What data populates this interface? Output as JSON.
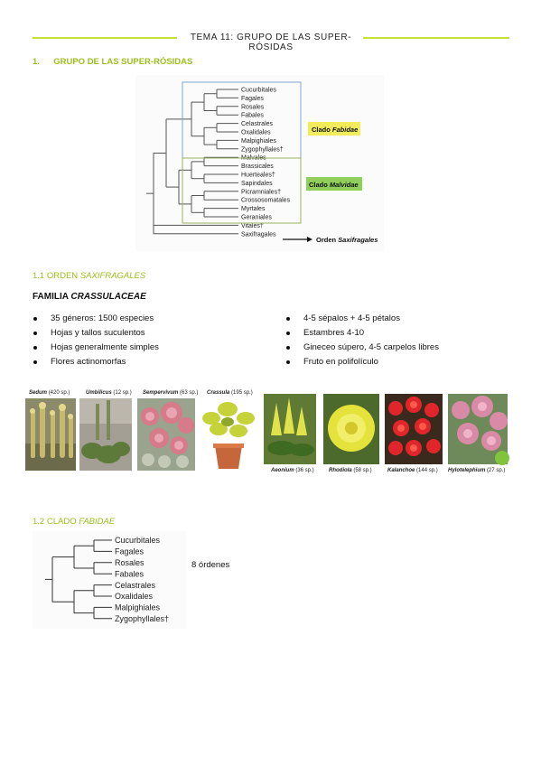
{
  "header": {
    "title": "TEMA 11: GRUPO DE LAS SUPER-RÓSIDAS"
  },
  "section1": {
    "number": "1.",
    "title": "GRUPO DE LAS SUPER-RÓSIDAS"
  },
  "tree1": {
    "taxa": [
      "Cucurbitales",
      "Fagales",
      "Rosales",
      "Fabales",
      "Celastrales",
      "Oxalidales",
      "Malpighiales",
      "Zygophyllales†",
      "Malvales",
      "Brassicales",
      "Huerteales†",
      "Sapindales",
      "Picramniales†",
      "Crossosomatales",
      "Myrtales",
      "Geraniales",
      "Vitales†",
      "Saxifragales"
    ],
    "fabidae_label": {
      "prefix": "Clado ",
      "name": "Fabidae"
    },
    "malvidae_label": {
      "prefix": "Clado ",
      "name": "Malvidae"
    },
    "saxifragales_label": {
      "prefix": "Orden ",
      "name": "Saxifragales"
    },
    "colors": {
      "fabidae_box": "#7fa6d6",
      "malvidae_box": "#9ab35a",
      "fabidae_tag": "#f2ec5c",
      "malvidae_tag": "#8fcf5a"
    }
  },
  "section11": {
    "number": "1.1",
    "title_prefix": "ORDEN ",
    "title_italic": "SAXIFRAGALES"
  },
  "family": {
    "prefix": "FAMILIA ",
    "name": "CRASSULACEAE"
  },
  "bullets_left": [
    "35 géneros: 1500 especies",
    "Hojas y tallos suculentos",
    "Hojas generalmente simples",
    "Flores actinomorfas"
  ],
  "bullets_right": [
    "4-5 sépalos + 4-5 pétalos",
    "Estambres 4-10",
    "Gineceo súpero, 4-5 carpelos libres",
    "Fruto en polifolículo"
  ],
  "photos": [
    {
      "genus": "Sedum",
      "count": "(420 sp.)"
    },
    {
      "genus": "Umbilicus",
      "count": "(12 sp.)"
    },
    {
      "genus": "Sempervivum",
      "count": "(63 sp.)"
    },
    {
      "genus": "Crassula",
      "count": "(195 sp.)"
    },
    {
      "genus": "Aeonium",
      "count": "(36 sp.)"
    },
    {
      "genus": "Rhodiola",
      "count": "(58 sp.)"
    },
    {
      "genus": "Kalanchoe",
      "count": "(144 sp.)"
    },
    {
      "genus": "Hylotelephium",
      "count": "(27 sp.)"
    }
  ],
  "section12": {
    "number": "1.2",
    "title_prefix": "CLADO ",
    "title_italic": "FABIDAE"
  },
  "tree2": {
    "taxa": [
      "Cucurbitales",
      "Fagales",
      "Rosales",
      "Fabales",
      "Celastrales",
      "Oxalidales",
      "Malpighiales",
      "Zygophyllales†"
    ]
  },
  "orders_count": "8 órdenes",
  "colors": {
    "accent": "#c6e037",
    "heading": "#9bbf1e"
  }
}
